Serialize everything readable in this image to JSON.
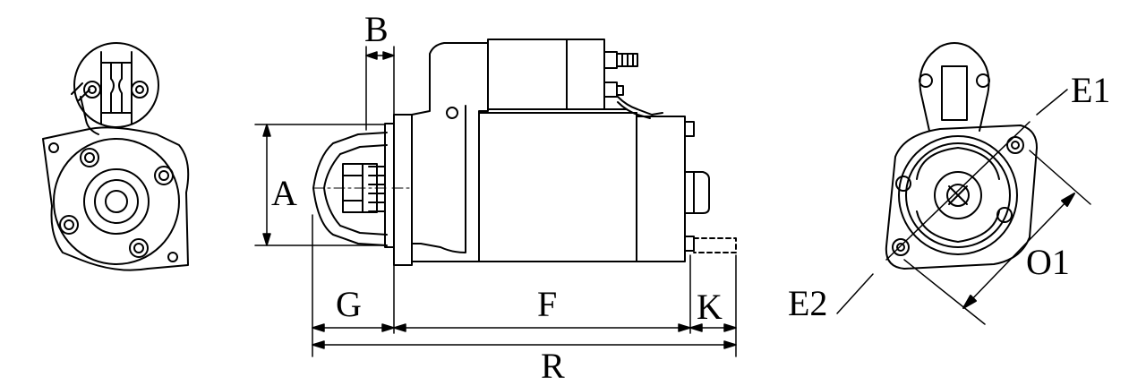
{
  "colors": {
    "ink": "#000000",
    "paper": "#ffffff"
  },
  "labels": {
    "A": "A",
    "B": "B",
    "G": "G",
    "F": "F",
    "K": "K",
    "R": "R",
    "E1": "E1",
    "E2": "E2",
    "O1": "O1"
  }
}
